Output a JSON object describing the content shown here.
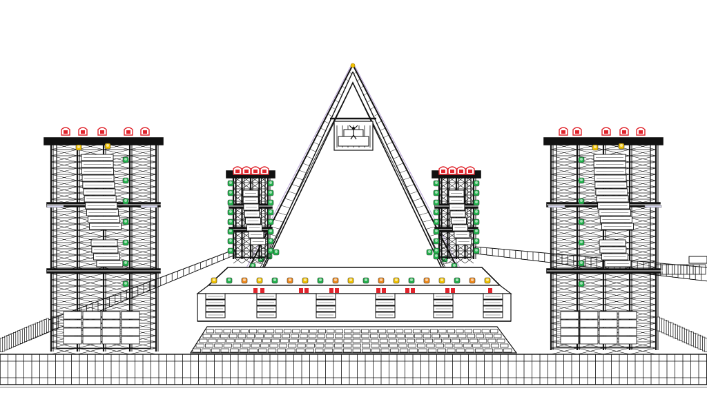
{
  "scene": {
    "kind": "stage-wireframe-render",
    "background": "#ffffff",
    "line_color": "#111111",
    "accent_colors": {
      "moving_head": "#e0242c",
      "wash_light": "#22b14c",
      "spot_light": "#f2c200",
      "orange_light": "#f08a1c"
    },
    "objects": [
      "left-truss-tower",
      "right-truss-tower",
      "left-rear-truss-tower",
      "right-rear-truss-tower",
      "pyramid-truss",
      "stage-deck",
      "monitor-wedges",
      "audience-risers",
      "crowd-barrier",
      "side-catwalks"
    ]
  }
}
